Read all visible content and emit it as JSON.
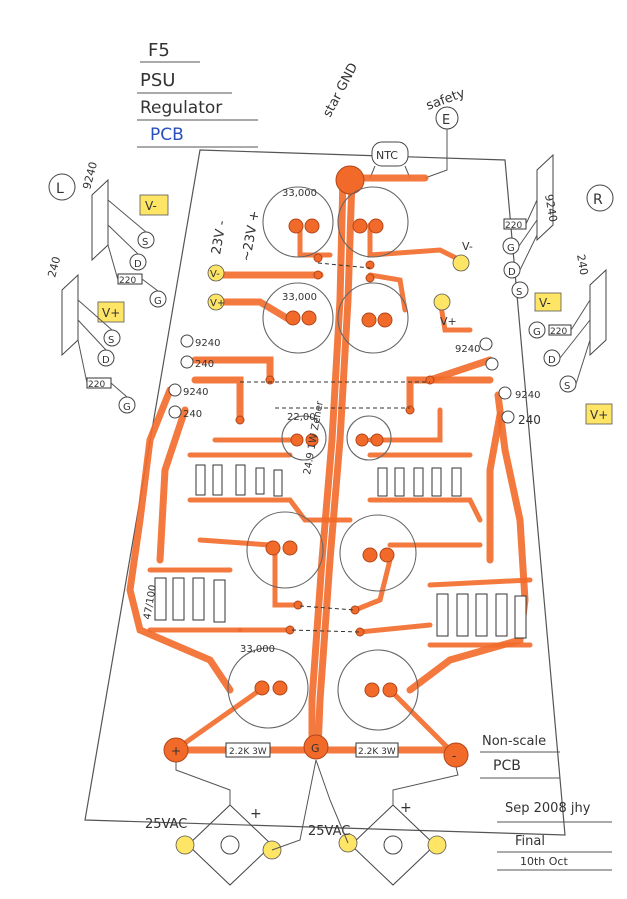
{
  "title": {
    "line1": "F5",
    "line2": "PSU",
    "line3": "Regulator",
    "line4": "PCB"
  },
  "star_gnd": "star GND",
  "safety": "safety",
  "ntc": "NTC",
  "earth": "E",
  "left_channel": "L",
  "right_channel": "R",
  "rail_note": {
    "neg": "23V -",
    "pos": "~23V +"
  },
  "cap_value": "33,000",
  "labels": {
    "vminus": "V-",
    "vplus": "V+",
    "s": "S",
    "d": "D",
    "g": "G",
    "r220": "220",
    "n9240": "9240",
    "n240": "240",
    "g9240": "G 9240",
    "g240": "G 240",
    "d9240": "D 9240",
    "d240": "D 240",
    "zener": "24.9 1W Zener",
    "small": "22,00",
    "r47": "47/100",
    "r2k2a": "2.2K 3W",
    "r2k2b": "2.2K 3W",
    "vac1": "25VAC",
    "vac2": "25VAC",
    "plus": "+",
    "minus": "-",
    "term_plus": "+",
    "term_gnd": "G",
    "term_minus": "-"
  },
  "note_nonscale": {
    "line1": "Non-scale",
    "line2": "PCB"
  },
  "signature": {
    "line1": "Sep 2008 jhy",
    "line2": "Final",
    "line3": "10th Oct"
  }
}
